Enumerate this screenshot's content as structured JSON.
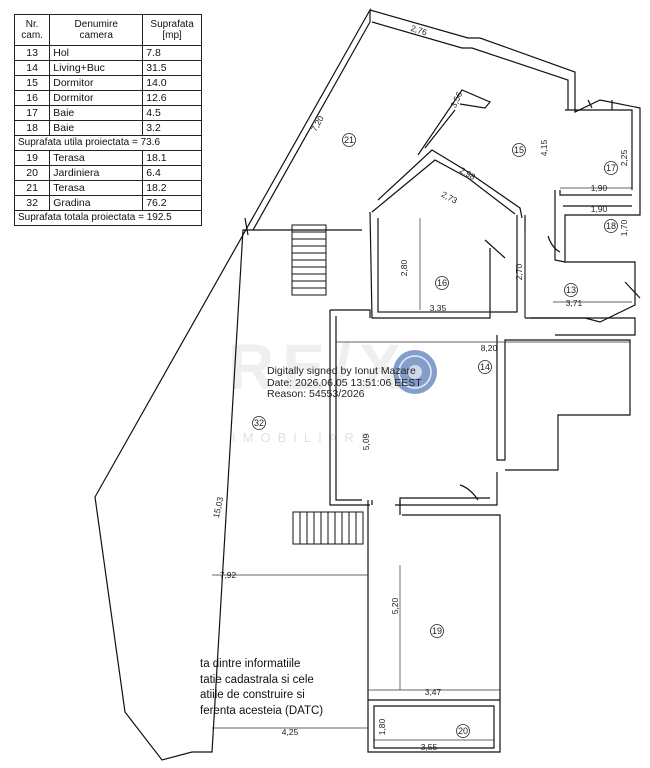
{
  "table": {
    "header": {
      "nr": "Nr.\ncam.",
      "name": "Denumire\ncamera",
      "area": "Suprafata\n[mp]"
    },
    "rows_a": [
      {
        "nr": "13",
        "name": "Hol",
        "area": "7.8"
      },
      {
        "nr": "14",
        "name": "Living+Buc",
        "area": "31.5"
      },
      {
        "nr": "15",
        "name": "Dormitor",
        "area": "14.0"
      },
      {
        "nr": "16",
        "name": "Dormitor",
        "area": "12.6"
      },
      {
        "nr": "17",
        "name": "Baie",
        "area": "4.5"
      },
      {
        "nr": "18",
        "name": "Baie",
        "area": "3.2"
      }
    ],
    "summary_a": "Suprafata utila proiectata = 73.6",
    "rows_b": [
      {
        "nr": "19",
        "name": "Terasa",
        "area": "18.1"
      },
      {
        "nr": "20",
        "name": "Jardiniera",
        "area": "6.4"
      },
      {
        "nr": "21",
        "name": "Terasa",
        "area": "18.2"
      },
      {
        "nr": "32",
        "name": "Gradina",
        "area": "76.2"
      }
    ],
    "summary_b": "Suprafata totala proiectata = 192.5"
  },
  "room_labels": [
    "21",
    "15",
    "17",
    "18",
    "16",
    "13",
    "14",
    "32",
    "19",
    "20"
  ],
  "dimensions": [
    "2,76",
    "7,20",
    "3,56",
    "4,15",
    "2,25",
    "2,98",
    "2,73",
    "1,90",
    "1,90",
    "1,70",
    "2,80",
    "2,70",
    "3,35",
    "3,71",
    "8,20",
    "5,09",
    "15,03",
    "7,92",
    "5,20",
    "3,47",
    "4,25",
    "1,80",
    "3,55"
  ],
  "signature": {
    "line1": "Digitally signed by Ionut Mazare",
    "line2": "Date: 2026.06.05 13:51:06 EEST",
    "line3": "Reason: 54553/2026"
  },
  "watermark": {
    "big": "RE/X",
    "small": "IMOBILIARE"
  },
  "note": {
    "line1": "ta dintre informatiile",
    "line2": "tatie cadastrala si cele",
    "line3": "atiile de construire si",
    "line4": "ferenta acesteia (DATC)"
  },
  "colors": {
    "line": "#111111",
    "stamp": "#1f4fa3"
  }
}
